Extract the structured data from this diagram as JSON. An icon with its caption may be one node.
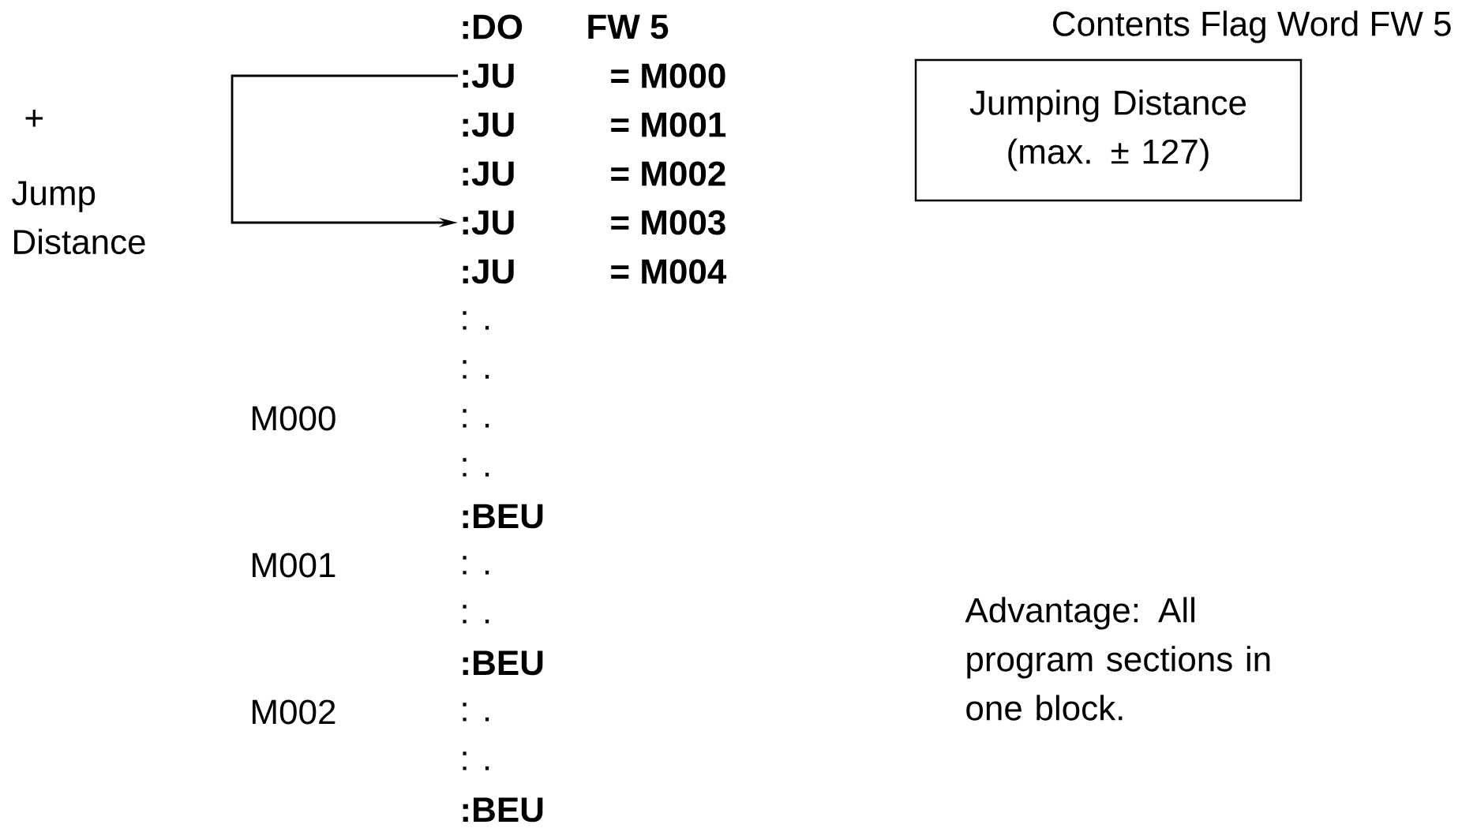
{
  "diagram": {
    "nodes": [
      {
        "text": [
          "Contents Flag Word FW 5",
          "Jumping Distance (max. ± 127)"
        ]
      },
      {
        "text": [
          ":JU"
        ],
        "beside": [
          "= M000"
        ]
      },
      {
        "text": [
          ":JU"
        ],
        "beside": [
          "= M003"
        ]
      }
    ],
    "edges": [
      {
        "from": 1,
        "to": 2,
        "arrow": "to"
      }
    ],
    "labels": [
      ":DO",
      "FW 5",
      "+",
      "Jump Distance",
      ":JU",
      "= M001",
      ":JU",
      "= M002",
      ":JU",
      "= M004",
      ": .",
      ": .",
      "M000",
      ": .",
      ": .",
      ":BEU",
      "M001",
      ": .",
      "Advantage: All program sections in one block.",
      ": .",
      ":BEU",
      "M002",
      ": .",
      ": .",
      ":BEU"
    ]
  }
}
